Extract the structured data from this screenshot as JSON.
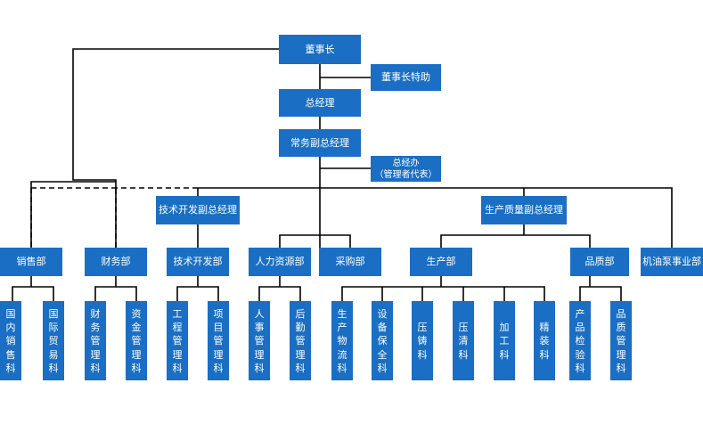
{
  "chart_data": {
    "type": "org-chart",
    "nodes": {
      "chairman": "董事长",
      "chairman_assistant": "董事长特助",
      "gm": "总经理",
      "exec_vgm": "常务副总经理",
      "gm_office_line1": "总经办",
      "gm_office_line2": "（管理者代表）",
      "tech_vgm": "技术开发副总经理",
      "prod_vgm": "生产质量副总经理",
      "sales": "销售部",
      "finance": "财务部",
      "tech_dev": "技术开发部",
      "hr": "人力资源部",
      "purchasing": "采购部",
      "production": "生产部",
      "quality": "品质部",
      "pump": "机油泵事业部",
      "domestic_sales": "国内销售科",
      "intl_trade": "国际贸易科",
      "finance_mgmt": "财务管理科",
      "capital_mgmt": "资金管理科",
      "engineering_mgmt": "工程管理科",
      "project_mgmt": "项目管理科",
      "personnel_mgmt": "人事管理科",
      "logistics_mgmt": "后勤管理科",
      "prod_logistics": "生产物流科",
      "equip_maint": "设备保全科",
      "die_casting": "压铸科",
      "press_cleaning": "压清科",
      "machining": "加工科",
      "finishing": "精装科",
      "product_inspection": "产品检验科",
      "quality_mgmt": "品质管理科"
    },
    "edges": [
      [
        "chairman",
        "gm"
      ],
      [
        "chairman_assistant",
        "gm"
      ],
      [
        "gm",
        "exec_vgm"
      ],
      [
        "gm_office",
        "exec_vgm"
      ],
      [
        "exec_vgm",
        "sales"
      ],
      [
        "exec_vgm",
        "finance"
      ],
      [
        "exec_vgm",
        "tech_vgm"
      ],
      [
        "exec_vgm",
        "hr"
      ],
      [
        "exec_vgm",
        "purchasing"
      ],
      [
        "exec_vgm",
        "prod_vgm"
      ],
      [
        "exec_vgm",
        "pump"
      ],
      [
        "chairman",
        "sales"
      ],
      [
        "chairman",
        "finance"
      ],
      [
        "tech_vgm",
        "tech_dev"
      ],
      [
        "prod_vgm",
        "production"
      ],
      [
        "prod_vgm",
        "quality"
      ],
      [
        "sales",
        "domestic_sales"
      ],
      [
        "sales",
        "intl_trade"
      ],
      [
        "finance",
        "finance_mgmt"
      ],
      [
        "finance",
        "capital_mgmt"
      ],
      [
        "tech_dev",
        "engineering_mgmt"
      ],
      [
        "tech_dev",
        "project_mgmt"
      ],
      [
        "hr",
        "personnel_mgmt"
      ],
      [
        "hr",
        "logistics_mgmt"
      ],
      [
        "production",
        "prod_logistics"
      ],
      [
        "production",
        "equip_maint"
      ],
      [
        "production",
        "die_casting"
      ],
      [
        "production",
        "press_cleaning"
      ],
      [
        "production",
        "machining"
      ],
      [
        "production",
        "finishing"
      ],
      [
        "quality",
        "product_inspection"
      ],
      [
        "quality",
        "quality_mgmt"
      ]
    ],
    "dashed_edges": [
      [
        "tech_vgm",
        "sales"
      ],
      [
        "tech_vgm",
        "finance"
      ]
    ],
    "colors": {
      "box": "#1a6fc4",
      "text": "#ffffff",
      "line": "#000000"
    }
  }
}
